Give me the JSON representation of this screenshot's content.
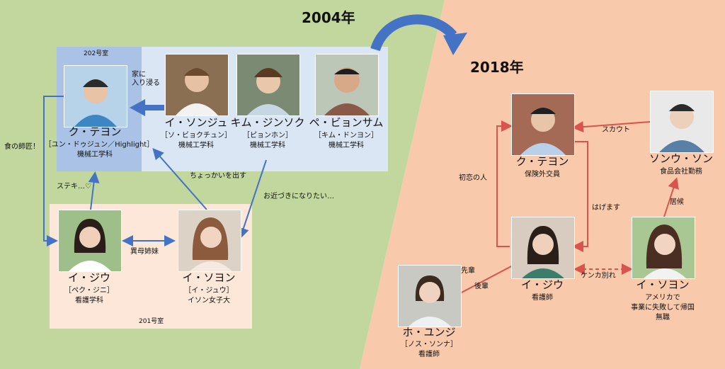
{
  "years": {
    "before": "2004年",
    "after": "2018年"
  },
  "rooms": {
    "room202": "202号室",
    "room201": "201号室"
  },
  "colors": {
    "left_bg": "#c2d79e",
    "right_bg": "#f9c9ac",
    "room202_bg": "#dbe6f5",
    "room201_bg": "#fde7d8",
    "arrow_blue": "#4472c4",
    "arrow_red": "#d9534f"
  },
  "people_2004": [
    {
      "name": "ク・テヨン",
      "line1": "［ユン・ドゥジュン／Highlight］",
      "line2": "機械工学科"
    },
    {
      "name": "イ・ソンジュ",
      "line1": "［ソ・ビョクチュン］",
      "line2": "機械工学科"
    },
    {
      "name": "キム・ジンソク",
      "line1": "［ピョンホン］",
      "line2": "機械工学科"
    },
    {
      "name": "ペ・ビョンサム",
      "line1": "［キム・ドンヨン］",
      "line2": "機械工学科"
    },
    {
      "name": "イ・ジウ",
      "line1": "［ペク・ジニ］",
      "line2": "看護学科"
    },
    {
      "name": "イ・ソヨン",
      "line1": "［イ・ジュウ］",
      "line2": "イソン女子大"
    }
  ],
  "relations_2004": {
    "sneak_in": "家に\n入り浸る",
    "teacher": "食の師匠！",
    "suteki": "ステキ…♡",
    "half_sister": "異母姉妹",
    "tease": "ちょっかいを出す",
    "get_close": "お近づきになりたい…"
  },
  "people_2018": [
    {
      "name": "ク・テヨン",
      "line1": "保険外交員"
    },
    {
      "name": "ソンウ・ソン",
      "line1": "食品会社勤務"
    },
    {
      "name": "イ・ジウ",
      "line1": "看護師"
    },
    {
      "name": "イ・ソヨン",
      "line1": "アメリカで",
      "line2": "事業に失敗して帰国",
      "line3": "無職"
    },
    {
      "name": "ホ・ユンジ",
      "line1": "［ノス・ソンナ］",
      "line2": "看護師"
    }
  ],
  "relations_2018": {
    "scout": "スカウト",
    "first_love": "初恋の人",
    "encourage": "はげます",
    "freeload": "居候",
    "senpai": "先輩",
    "kohai": "後輩",
    "fight": "ケンカ別れ"
  }
}
